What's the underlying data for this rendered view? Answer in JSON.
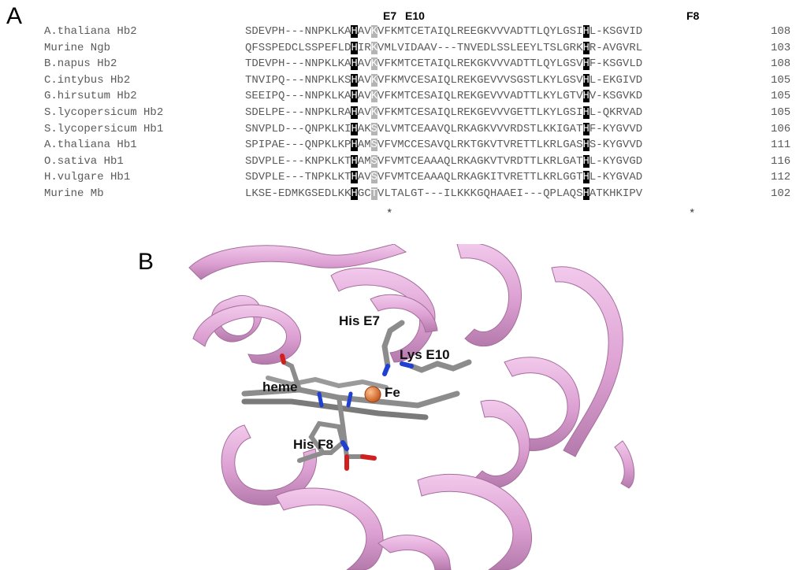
{
  "panel_a": {
    "label": "A",
    "column_headers": {
      "e7": "E7",
      "e10": "E10",
      "f8": "F8"
    },
    "rows": [
      {
        "species": "A.thaliana Hb2",
        "pre": "SDEVPH---NNPKLKA",
        "e7": "H",
        "mid1": "AV",
        "e10": "K",
        "mid2": "VFKMTCETAIQLREEGKVVVADTTLQYLGSI",
        "f8": "H",
        "post": "L-KSGVID",
        "length": "108"
      },
      {
        "species": "Murine Ngb",
        "pre": "QFSSPEDCLSSPEFLD",
        "e7": "H",
        "mid1": "IR",
        "e10": "K",
        "mid2": "VMLVIDAAV---TNVEDLSSLEEYLTSLGRK",
        "f8": "H",
        "post": "R-AVGVRL",
        "length": "103"
      },
      {
        "species": "B.napus Hb2",
        "pre": "TDEVPH---NNPKLKA",
        "e7": "H",
        "mid1": "AV",
        "e10": "K",
        "mid2": "VFKMTCETAIQLREKGKVVVADTTLQYLGSV",
        "f8": "H",
        "post": "F-KSGVLD",
        "length": "108"
      },
      {
        "species": "C.intybus Hb2",
        "pre": "TNVIPQ---NNPKLKS",
        "e7": "H",
        "mid1": "AV",
        "e10": "K",
        "mid2": "VFKMVCESAIQLREKGEVVVSGSTLKYLGSV",
        "f8": "H",
        "post": "L-EKGIVD",
        "length": "105"
      },
      {
        "species": "G.hirsutum Hb2",
        "pre": "SEEIPQ---NNPKLKA",
        "e7": "H",
        "mid1": "AV",
        "e10": "K",
        "mid2": "VFKMTCESAIQLREKGEVVVADTTLKYLGTV",
        "f8": "H",
        "post": "V-KSGVKD",
        "length": "105"
      },
      {
        "species": "S.lycopersicum Hb2",
        "pre": "SDELPE---NNPKLRA",
        "e7": "H",
        "mid1": "AV",
        "e10": "K",
        "mid2": "VFKMTCESAIQLREKGEVVVGETTLKYLGSI",
        "f8": "H",
        "post": "L-QKRVAD",
        "length": "105"
      },
      {
        "species": "S.lycopersicum Hb1",
        "pre": "SNVPLD---QNPKLKI",
        "e7": "H",
        "mid1": "AK",
        "e10": "S",
        "mid2": "VLVMTCEAAVQLRKAGKVVVRDSTLKKIGAT",
        "f8": "H",
        "post": "F-KYGVVD",
        "length": "106"
      },
      {
        "species": "A.thaliana Hb1",
        "pre": "SPIPAE---QNPKLKP",
        "e7": "H",
        "mid1": "AM",
        "e10": "S",
        "mid2": "VFVMCCESAVQLRKTGKVTVRETTLKRLGAS",
        "f8": "H",
        "post": "S-KYGVVD",
        "length": "111"
      },
      {
        "species": "O.sativa Hb1",
        "pre": "SDVPLE---KNPKLKT",
        "e7": "H",
        "mid1": "AM",
        "e10": "S",
        "mid2": "VFVMTCEAAAQLRKAGKVTVRDTTLKRLGAT",
        "f8": "H",
        "post": "L-KYGVGD",
        "length": "116"
      },
      {
        "species": "H.vulgare Hb1",
        "pre": "SDVPLE---TNPKLKT",
        "e7": "H",
        "mid1": "AV",
        "e10": "S",
        "mid2": "VFVMTCEAAAQLRKAGKITVRETTLKRLGGT",
        "f8": "H",
        "post": "L-KYGVAD",
        "length": "112"
      },
      {
        "species": "Murine Mb",
        "pre": "LKSE-EDMKGSEDLKK",
        "e7": "H",
        "mid1": "GC",
        "e10": "T",
        "mid2": "VLTALGT---ILKKKGQHAAEI---QPLAQS",
        "f8": "H",
        "post": "ATKHKIPV",
        "length": "102"
      }
    ],
    "conservation": {
      "e7": "*",
      "f8": "*"
    }
  },
  "panel_b": {
    "label": "B",
    "annotations": {
      "his_e7": "His E7",
      "lys_e10": "Lys E10",
      "heme": "heme",
      "fe": "Fe",
      "his_f8": "His F8"
    },
    "colors": {
      "ribbon": "#e2a8d8",
      "ribbon_dark": "#b77aae",
      "stick": "#8c8c8c",
      "nitrogen": "#2040d0",
      "oxygen": "#d02020",
      "iron": "#e0732d"
    }
  }
}
